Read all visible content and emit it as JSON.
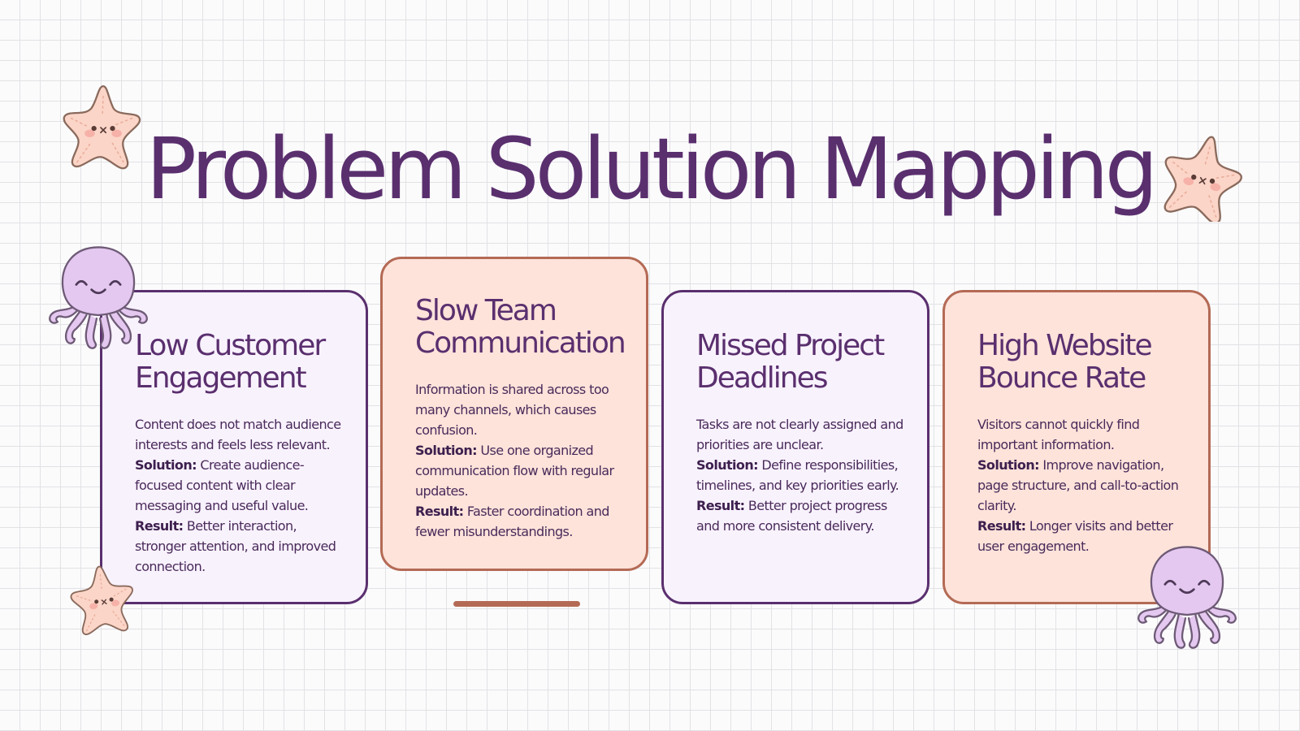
{
  "title": "Problem Solution Mapping",
  "labels": {
    "solution": "Solution:",
    "result": "Result:"
  },
  "cards": [
    {
      "heading": "Low Customer Engagement",
      "problem": "Content does not match audience interests and feels less relevant.",
      "solution": "Create audience-focused content with clear messaging and useful value.",
      "result": "Better interaction, stronger attention, and improved connection."
    },
    {
      "heading": "Slow Team Communication",
      "problem": "Information is shared across too many channels, which causes confusion.",
      "solution": "Use one organized communication flow with regular updates.",
      "result": "Faster coordination and fewer misunderstandings."
    },
    {
      "heading": "Missed Project Deadlines",
      "problem": "Tasks are not clearly assigned and priorities are unclear.",
      "solution": "Define responsibilities, timelines, and key priorities early.",
      "result": "Better project progress and more consistent delivery."
    },
    {
      "heading": "High Website Bounce Rate",
      "problem": "Visitors cannot quickly find important information.",
      "solution": "Improve navigation, page structure, and call-to-action clarity.",
      "result": "Longer visits and better user engagement."
    }
  ],
  "colors": {
    "title": "#5a2f6e",
    "card_purple_bg": "#f8f2fd",
    "card_purple_border": "#5a2f6e",
    "card_peach_bg": "#fde3da",
    "card_peach_border": "#b46a55",
    "accent": "#b46a55",
    "starfish": "#fbd5c8",
    "octopus": "#e4c8f0"
  },
  "icons": {
    "starfish": "starfish-icon",
    "octopus": "octopus-icon"
  }
}
